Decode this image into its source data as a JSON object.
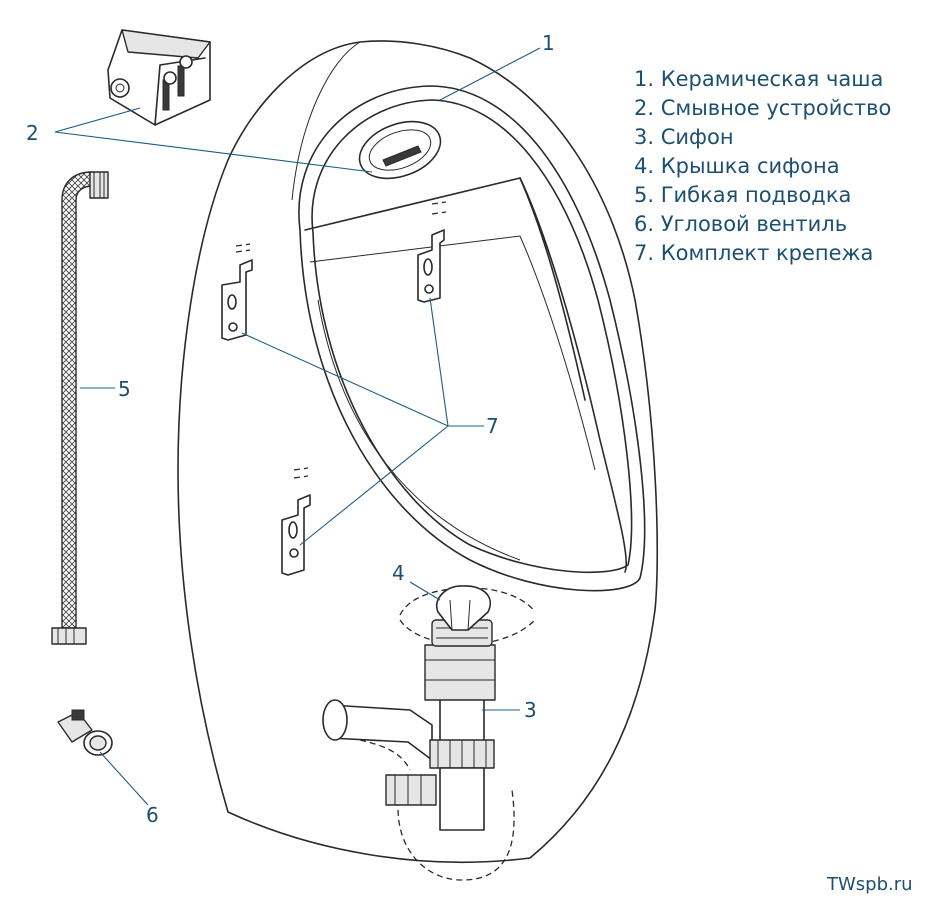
{
  "callouts": {
    "c1": "1",
    "c2": "2",
    "c3": "3",
    "c4": "4",
    "c5": "5",
    "c6": "6",
    "c7": "7"
  },
  "legend": [
    "1. Керамическая чаша",
    "2. Смывное устройство",
    "3. Сифон",
    "4. Крышка сифона",
    "5. Гибкая подводка",
    "6. Угловой вентиль",
    "7. Комплект крепежа"
  ],
  "watermark": "TWspb.ru"
}
